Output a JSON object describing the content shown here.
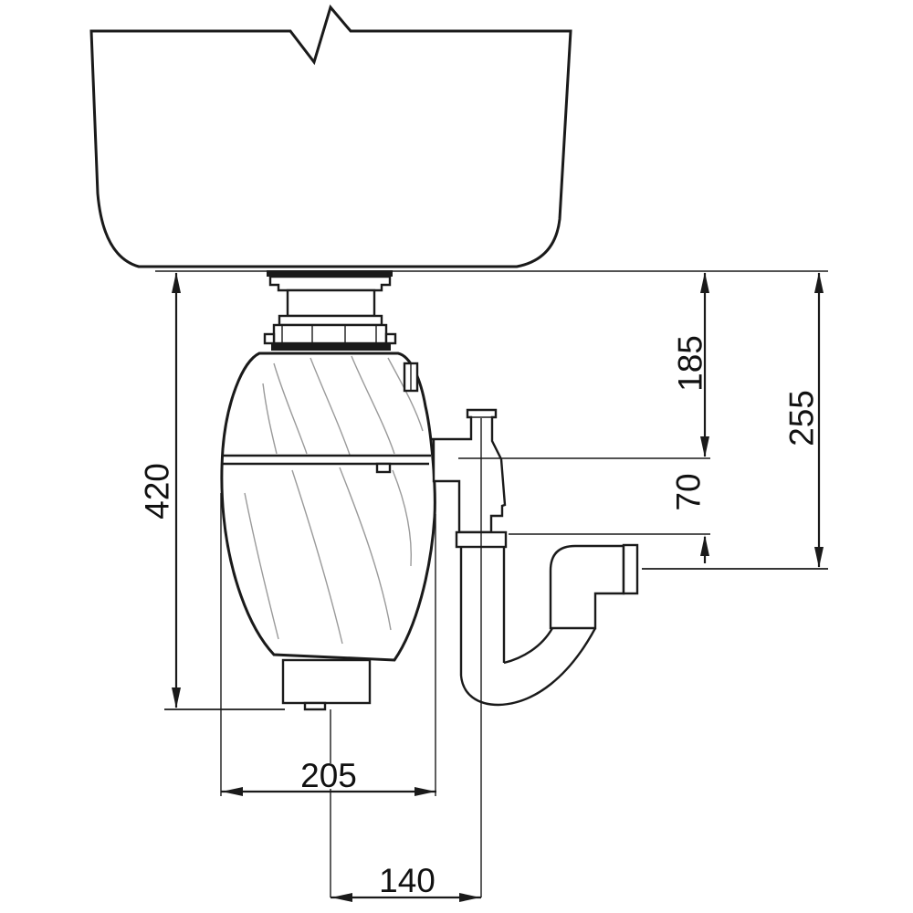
{
  "diagram": {
    "dimensions": {
      "overall_height": "420",
      "body_width": "205",
      "trap_centre_offset": "140",
      "discharge_height": "185",
      "trap_gap": "70",
      "outlet_height": "255"
    },
    "colors": {
      "line": "#1a1a1a",
      "background": "#ffffff",
      "texture_line": "#9a9a9a"
    }
  }
}
